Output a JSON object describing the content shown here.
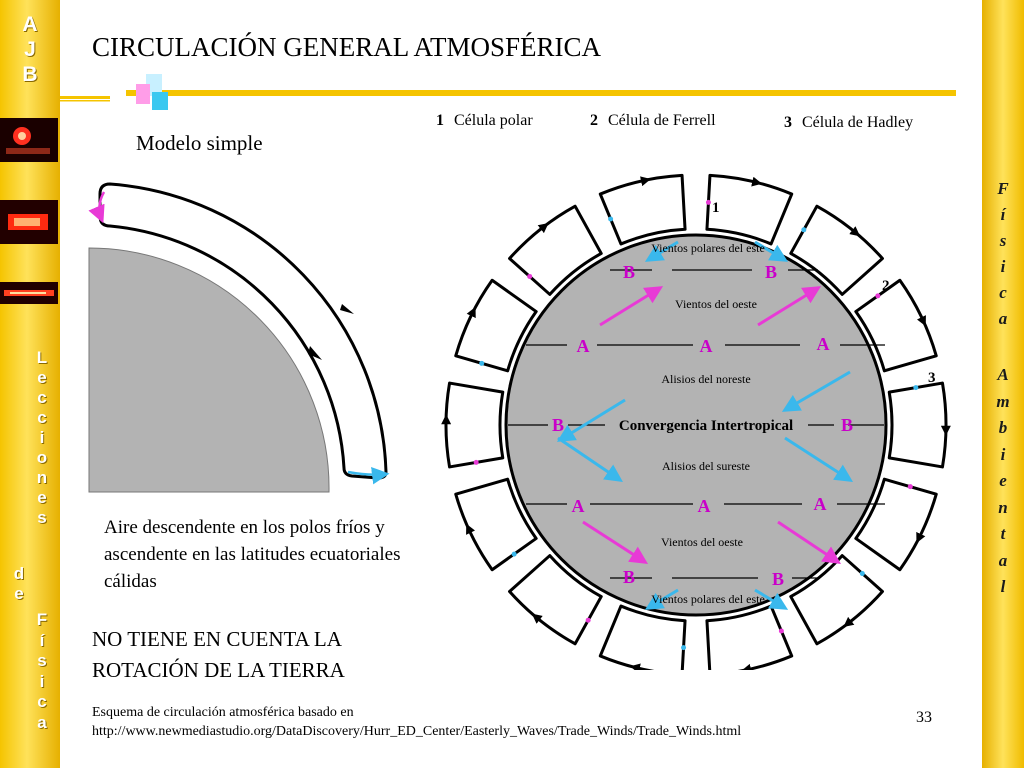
{
  "sidebar_left": {
    "top_letters": [
      "A",
      "J",
      "B"
    ],
    "word1": [
      "L",
      "e",
      "c",
      "c",
      "i",
      "o",
      "n",
      "e",
      "s"
    ],
    "word2": [
      "d",
      "e"
    ],
    "word3": [
      "F",
      "í",
      "s",
      "i",
      "c",
      "a"
    ]
  },
  "sidebar_right": {
    "word1": [
      "F",
      "í",
      "s",
      "i",
      "c",
      "a"
    ],
    "word2": [
      "A",
      "m",
      "b",
      "i",
      "e",
      "n",
      "t",
      "a",
      "l"
    ]
  },
  "title": "CIRCULACIÓN GENERAL ATMOSFÉRICA",
  "subtitle": "Modelo simple",
  "legend": [
    {
      "num": "1",
      "label": "Célula polar"
    },
    {
      "num": "2",
      "label": "Célula de Ferrell"
    },
    {
      "num": "3",
      "label": "Célula de Hadley"
    }
  ],
  "globe": {
    "cell_numbers": [
      "1",
      "2",
      "3"
    ],
    "labels": {
      "polar_east_top": "Vientos polares del este",
      "west_top": "Vientos del oeste",
      "trade_ne": "Alisios del noreste",
      "itcz": "Convergencia Intertropical",
      "trade_se": "Alisios del sureste",
      "west_bottom": "Vientos del oeste",
      "polar_east_bottom": "Vientos polares del este"
    },
    "pressure": {
      "row1": [
        "B",
        "B"
      ],
      "row2": [
        "A",
        "A",
        "A"
      ],
      "row3": [
        "B",
        "B"
      ],
      "row4": [
        "A",
        "A",
        "A"
      ],
      "row5": [
        "B",
        "B"
      ]
    }
  },
  "description": "Aire descendente en los polos fríos y ascendente en las latitudes ecuatoriales cálidas",
  "note": "NO TIENE EN CUENTA LA ROTACIÓN DE LA TIERRA",
  "caption_line1": "Esquema de circulación atmosférica basado en",
  "caption_line2": "http://www.newmediastudio.org/DataDiscovery/Hurr_ED_Center/Easterly_Waves/Trade_Winds/Trade_Winds.html",
  "page_number": "33",
  "colors": {
    "sidebar": "#f5c400",
    "globe": "#b3b3b3",
    "magenta": "#e83ad6",
    "cyan": "#3ab8ec",
    "pressure_text": "#c900c9"
  }
}
